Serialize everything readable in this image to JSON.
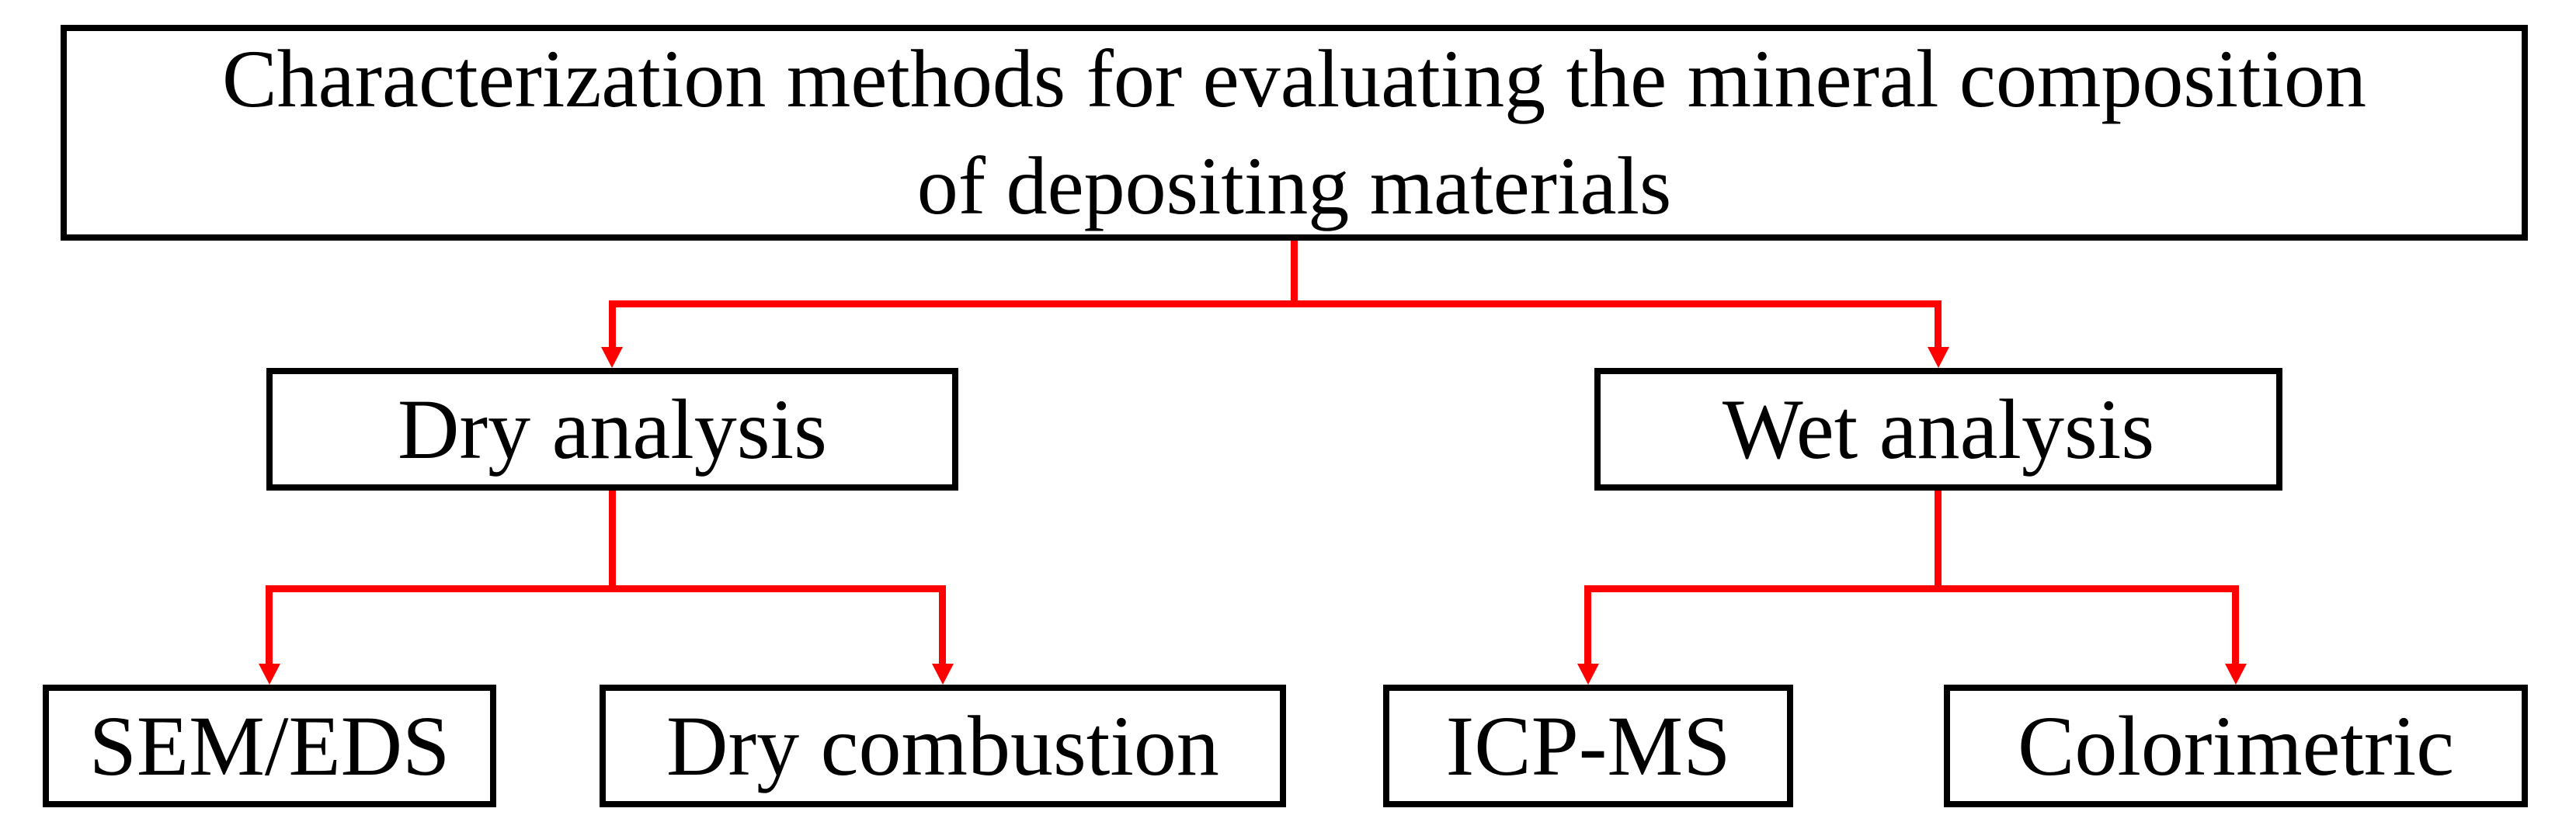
{
  "figure": {
    "background_color": "#ffffff",
    "box_border_color": "#000000",
    "text_color": "#000000",
    "connector_color": "#ff0000",
    "root": {
      "label": "Characterization methods for evaluating the mineral composition of depositing materials",
      "lines": [
        "Characterization methods for evaluating the mineral composition",
        "of depositing materials"
      ]
    },
    "branches": [
      {
        "label": "Dry analysis",
        "children": [
          {
            "label": "SEM/EDS"
          },
          {
            "label": "Dry combustion"
          }
        ]
      },
      {
        "label": "Wet analysis",
        "children": [
          {
            "label": "ICP-MS"
          },
          {
            "label": "Colorimetric"
          }
        ]
      }
    ]
  }
}
